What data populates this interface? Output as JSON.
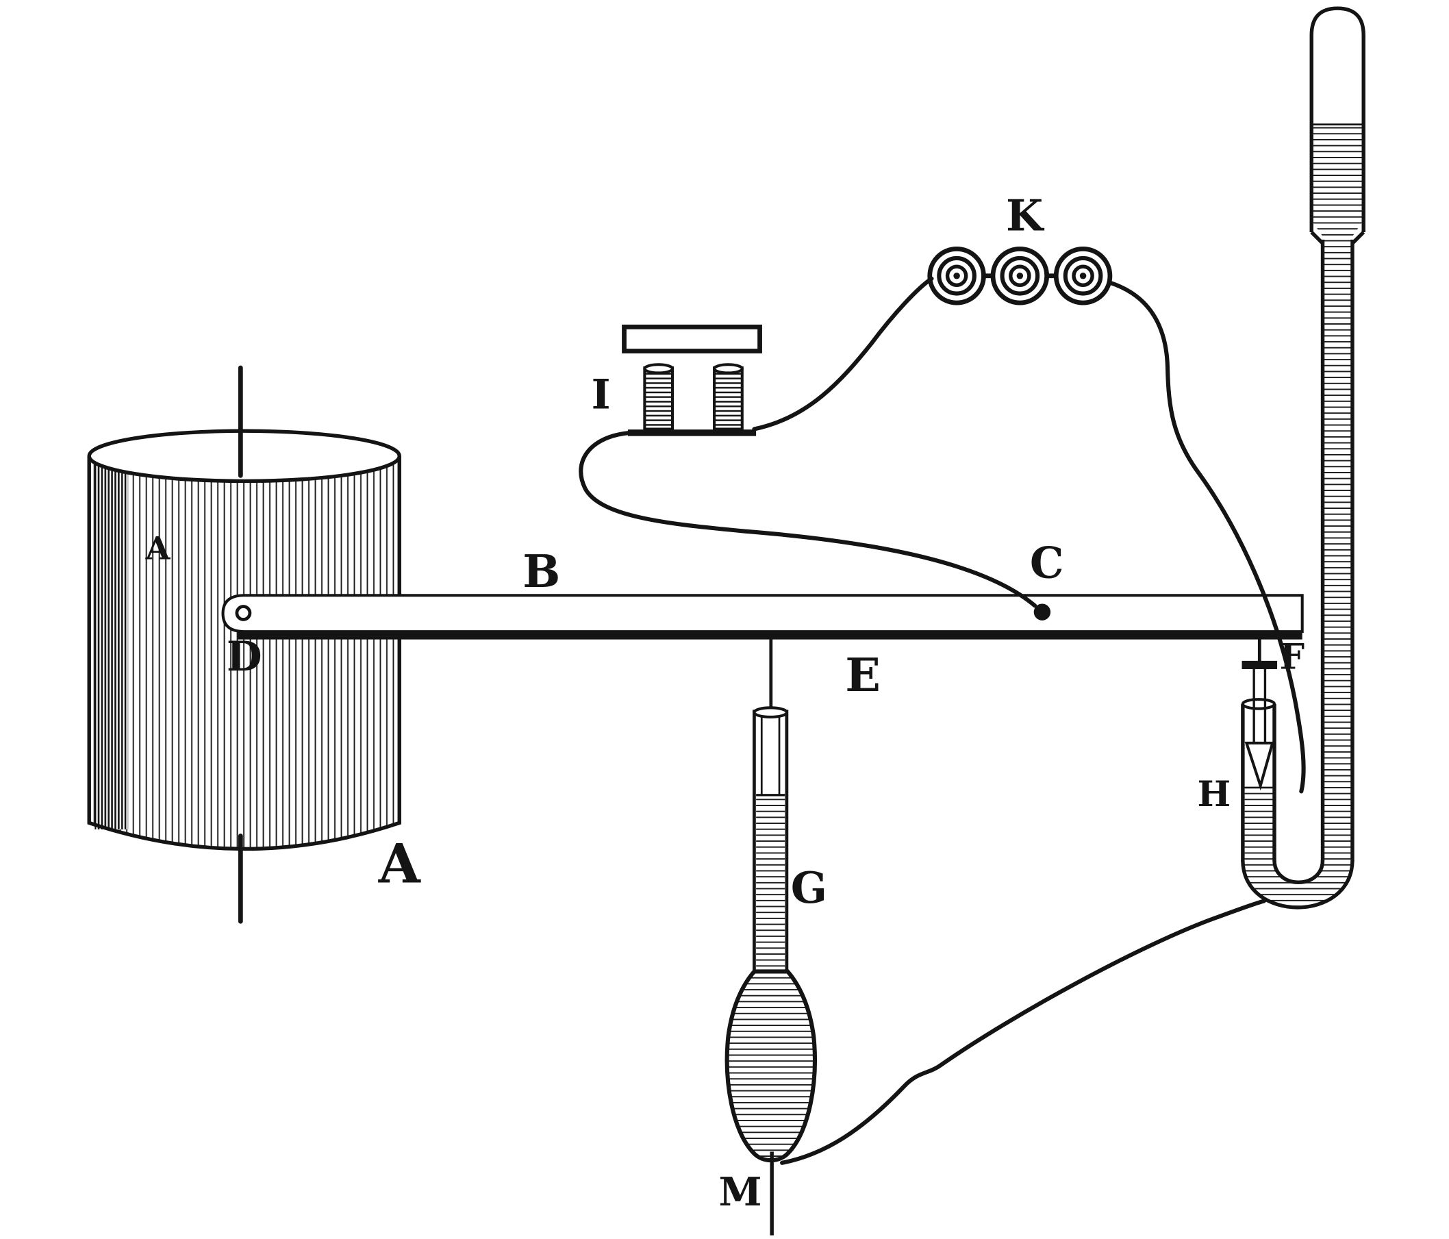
{
  "diagram": {
    "description": "Vintage engraved physics apparatus diagram: hatched cylinder on axle, long horizontal beam, induction coils, binding-post contact, hanging hatched thermometer bulb, and U-shaped manometer tube",
    "colors": {
      "background": "#ffffff",
      "ink": "#141414"
    },
    "labels": {
      "cylinder_small": "A",
      "cylinder_main": "A",
      "beam": "B",
      "contact_point": "C",
      "pivot_hole": "D",
      "hook_point": "E",
      "stopper": "F",
      "thermometer": "G",
      "funnel_tube": "H",
      "contact_plate": "I",
      "coils": "K",
      "weight_wire": "M"
    }
  }
}
